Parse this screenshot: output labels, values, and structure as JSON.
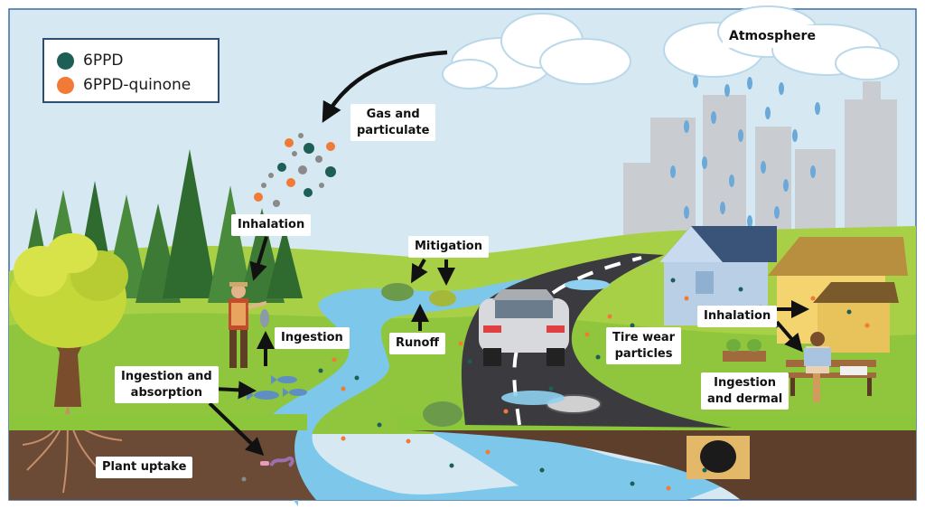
{
  "colors": {
    "sixppd": "#1d5e56",
    "quinone": "#f07a36",
    "sky": "#d6e8f2",
    "grass": "#9ccc3c",
    "water": "#7cc7ea",
    "soil": "#6b4a36"
  },
  "legend": {
    "items": [
      {
        "label": "6PPD",
        "color": "#1d5e56"
      },
      {
        "label": "6PPD-quinone",
        "color": "#f07a36"
      }
    ]
  },
  "labels": {
    "atmosphere": "Atmosphere",
    "gas_particulate": "Gas and\nparticulate",
    "inhalation_left": "Inhalation",
    "mitigation": "Mitigation",
    "ingestion": "Ingestion",
    "runoff": "Runoff",
    "tire_wear": "Tire wear\nparticles",
    "inhalation_right": "Inhalation",
    "ingestion_absorption": "Ingestion and\nabsorption",
    "ingestion_dermal": "Ingestion\nand dermal",
    "plant_uptake": "Plant uptake"
  }
}
